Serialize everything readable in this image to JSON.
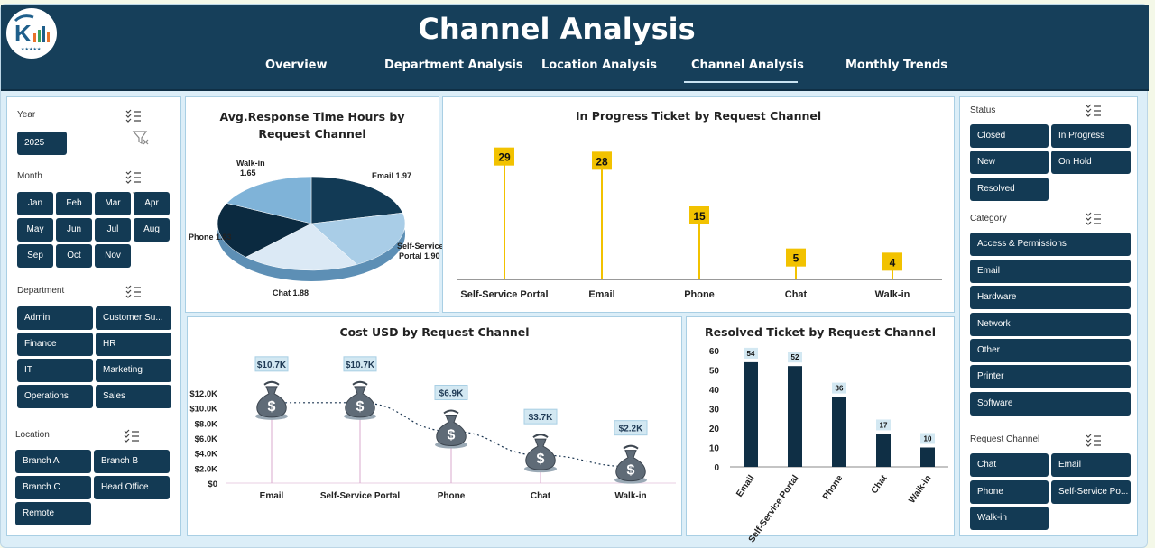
{
  "header": {
    "title": "Channel Analysis",
    "nav": [
      {
        "label": "Overview",
        "active": false
      },
      {
        "label": "Department Analysis",
        "active": false
      },
      {
        "label": "Location Analysis",
        "active": false
      },
      {
        "label": "Channel Analysis",
        "active": true
      },
      {
        "label": "Monthly Trends",
        "active": false
      }
    ]
  },
  "colors": {
    "header_bg": "#163f5a",
    "button_bg": "#133a54",
    "accent_yellow": "#f2c200",
    "bar_dark": "#0f2f45"
  },
  "left_slicers": {
    "year": {
      "title": "Year",
      "items": [
        "2025"
      ]
    },
    "month": {
      "title": "Month",
      "items": [
        "Jan",
        "Feb",
        "Mar",
        "Apr",
        "May",
        "Jun",
        "Jul",
        "Aug",
        "Sep",
        "Oct",
        "Nov"
      ]
    },
    "department": {
      "title": "Department",
      "items": [
        "Admin",
        "Customer Su...",
        "Finance",
        "HR",
        "IT",
        "Marketing",
        "Operations",
        "Sales"
      ]
    },
    "location": {
      "title": "Location",
      "items": [
        "Branch A",
        "Branch B",
        "Branch C",
        "Head Office",
        "Remote"
      ]
    }
  },
  "right_slicers": {
    "status": {
      "title": "Status",
      "items": [
        "Closed",
        "In Progress",
        "New",
        "On Hold",
        "Resolved"
      ]
    },
    "category": {
      "title": "Category",
      "items": [
        "Access & Permissions",
        "Email",
        "Hardware",
        "Network",
        "Other",
        "Printer",
        "Software"
      ]
    },
    "request_channel": {
      "title": "Request Channel",
      "items": [
        "Chat",
        "Email",
        "Phone",
        "Self-Service Po...",
        "Walk-in"
      ]
    }
  },
  "chart_data": [
    {
      "type": "pie",
      "title": "Avg.Response Time Hours by Request Channel",
      "title_lines": [
        "Avg.Response Time Hours by",
        "Request Channel"
      ],
      "categories": [
        "Email",
        "Self-Service Portal",
        "Chat",
        "Phone",
        "Walk-in"
      ],
      "values": [
        1.97,
        1.9,
        1.88,
        1.83,
        1.65
      ],
      "labels": [
        {
          "text": "Email 1.97"
        },
        {
          "text": "Self-Service",
          "text2": "Portal 1.90"
        },
        {
          "text": "Chat 1.88"
        },
        {
          "text": "Phone 1.83"
        },
        {
          "text": "Walk-in",
          "text2": "1.65"
        }
      ],
      "colors": [
        "#123a55",
        "#a9cde7",
        "#dbe9f5",
        "#0b2a40",
        "#7fb3d8"
      ]
    },
    {
      "type": "bar",
      "title": "In Progress Ticket by Request Channel",
      "categories": [
        "Self-Service Portal",
        "Email",
        "Phone",
        "Chat",
        "Walk-in"
      ],
      "values": [
        29,
        28,
        15,
        5,
        4
      ]
    },
    {
      "type": "line",
      "title": "Cost USD by Request Channel",
      "categories": [
        "Email",
        "Self-Service Portal",
        "Phone",
        "Chat",
        "Walk-in"
      ],
      "values": [
        10.7,
        10.7,
        6.9,
        3.7,
        2.2
      ],
      "data_labels": [
        "$10.7K",
        "$10.7K",
        "$6.9K",
        "$3.7K",
        "$2.2K"
      ],
      "yticks": [
        "$0",
        "$2.0K",
        "$4.0K",
        "$6.0K",
        "$8.0K",
        "$10.0K",
        "$12.0K"
      ],
      "ylim": [
        0,
        12
      ]
    },
    {
      "type": "bar",
      "title": "Resolved Ticket by Request Channel",
      "categories": [
        "Email",
        "Self-Service Portal",
        "Phone",
        "Chat",
        "Walk-in"
      ],
      "values": [
        54,
        52,
        36,
        17,
        10
      ],
      "yticks": [
        "0",
        "10",
        "20",
        "30",
        "40",
        "50",
        "60"
      ],
      "ylim": [
        0,
        60
      ]
    }
  ]
}
